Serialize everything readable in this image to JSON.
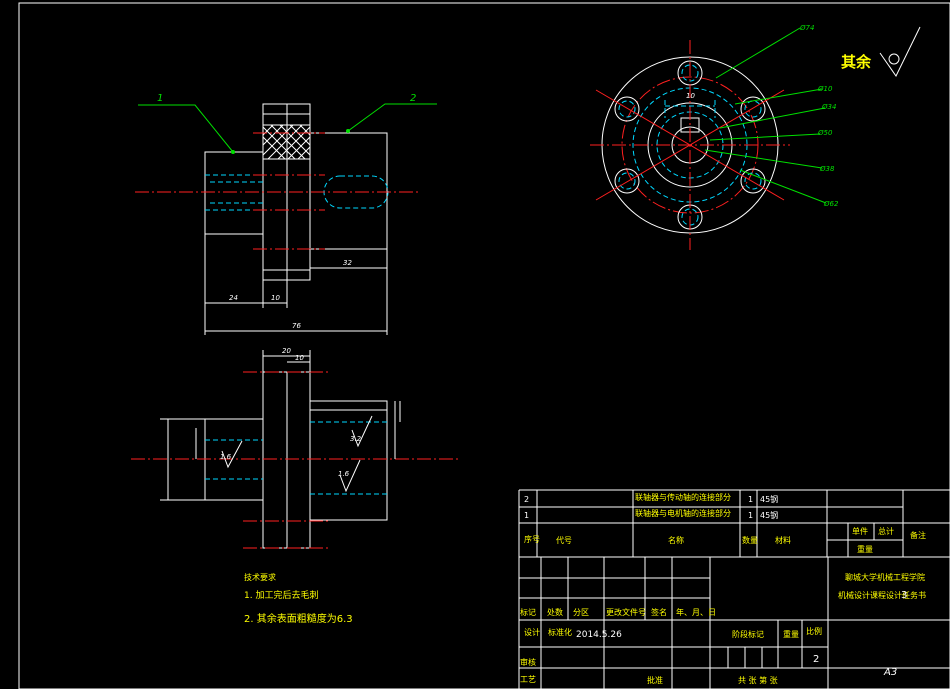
{
  "balloons": {
    "one": "1",
    "two": "2"
  },
  "dims_front": {
    "d24": "24",
    "d10": "10",
    "d76": "76",
    "d32": "32"
  },
  "dims_top": {
    "d20": "20",
    "d10": "10"
  },
  "roughness": {
    "r1": "1.6",
    "r2": "3.2",
    "r3": "1.6"
  },
  "circle_dims": [
    "Ø74",
    "Ø10",
    "Ø34",
    "Ø50",
    "Ø38",
    "Ø62"
  ],
  "key_dim": "10",
  "rest_symbol": {
    "label": "其余",
    "value": "√"
  },
  "tech": {
    "title": "技术要求",
    "line1": "1. 加工完后去毛刺",
    "line2": "2. 其余表面粗糙度为6.3"
  },
  "bom": [
    {
      "no": "2",
      "name": "联轴器与传动轴的连接部分",
      "qty": "1",
      "material": "45钢"
    },
    {
      "no": "1",
      "name": "联轴器与电机轴的连接部分",
      "qty": "1",
      "material": "45钢"
    }
  ],
  "bom_header": {
    "seq": "序号",
    "code": "代号",
    "name": "名称",
    "qty": "数量",
    "material": "材料",
    "single": "单件",
    "total": "总计",
    "weight": "重量",
    "remark": "备注"
  },
  "title_block": {
    "school": "聊城大学机械工程学院",
    "project": "机械设计课程设计任务书",
    "sheet_no": "3",
    "mark": "标记",
    "places": "处数",
    "zone": "分区",
    "change_doc": "更改文件号",
    "sign": "签名",
    "date_hdr": "年、月、日",
    "design": "设计",
    "standard": "标准化",
    "date": "2014.5.26",
    "stage": "阶段标记",
    "weight": "重量",
    "scale": "比例",
    "scale_value": "2",
    "review": "审核",
    "process": "工艺",
    "approve": "批准",
    "sheets": "共  张  第  张",
    "size": "A3"
  }
}
